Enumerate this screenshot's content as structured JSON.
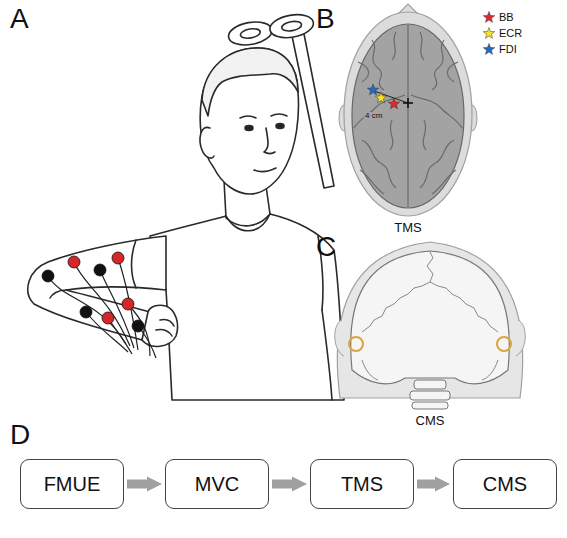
{
  "diagram": {
    "nodes": [
      {
        "text": [
          "FMUE"
        ]
      },
      {
        "text": [
          "MVC"
        ]
      },
      {
        "text": [
          "TMS"
        ]
      },
      {
        "text": [
          "CMS"
        ]
      }
    ],
    "edges": [
      {
        "from": 0,
        "to": 1,
        "arrow": "to"
      },
      {
        "from": 1,
        "to": 2,
        "arrow": "to"
      },
      {
        "from": 2,
        "to": 3,
        "arrow": "to"
      }
    ],
    "labels": [
      "A",
      "B",
      "4 cm",
      "TMS",
      "C",
      "CMS",
      "D"
    ],
    "legend": [
      {
        "text": "BB",
        "color": "#e3262b"
      },
      {
        "text": "ECR",
        "color": "#f4e323"
      },
      {
        "text": "FDI",
        "color": "#1f6cc4"
      }
    ]
  }
}
